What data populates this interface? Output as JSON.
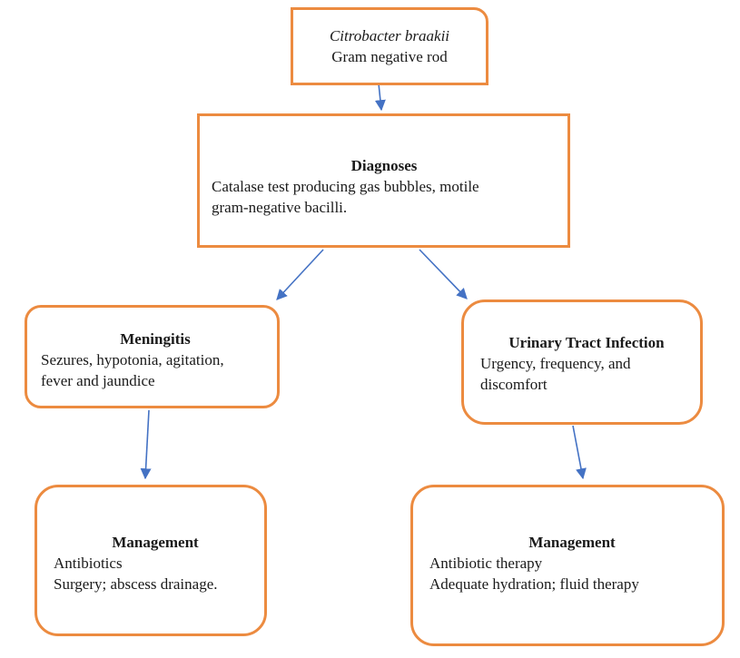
{
  "colors": {
    "box_border": "#EC8B40",
    "arrow": "#4472C4",
    "background": "#FFFFFF",
    "text": "#1A1A1A"
  },
  "nodes": {
    "organism": {
      "name_italic": "Citrobacter braakii",
      "subtitle": "Gram negative rod"
    },
    "diagnoses": {
      "title": "Diagnoses",
      "lines": [
        "Catalase test producing gas bubbles, motile",
        "gram-negative bacilli."
      ]
    },
    "meningitis": {
      "title": "Meningitis",
      "lines": [
        "Sezures, hypotonia, agitation,",
        "fever and jaundice"
      ]
    },
    "uti": {
      "title": "Urinary Tract Infection",
      "lines": [
        "Urgency, frequency, and",
        "discomfort"
      ]
    },
    "management_meningitis": {
      "title": "Management",
      "lines": [
        "Antibiotics",
        "Surgery; abscess drainage."
      ]
    },
    "management_uti": {
      "title": "Management",
      "lines": [
        "Antibiotic therapy",
        "Adequate hydration; fluid therapy"
      ]
    }
  },
  "edges": [
    {
      "from": "organism",
      "to": "diagnoses"
    },
    {
      "from": "diagnoses",
      "to": "meningitis"
    },
    {
      "from": "diagnoses",
      "to": "uti"
    },
    {
      "from": "meningitis",
      "to": "management_meningitis"
    },
    {
      "from": "uti",
      "to": "management_uti"
    }
  ]
}
